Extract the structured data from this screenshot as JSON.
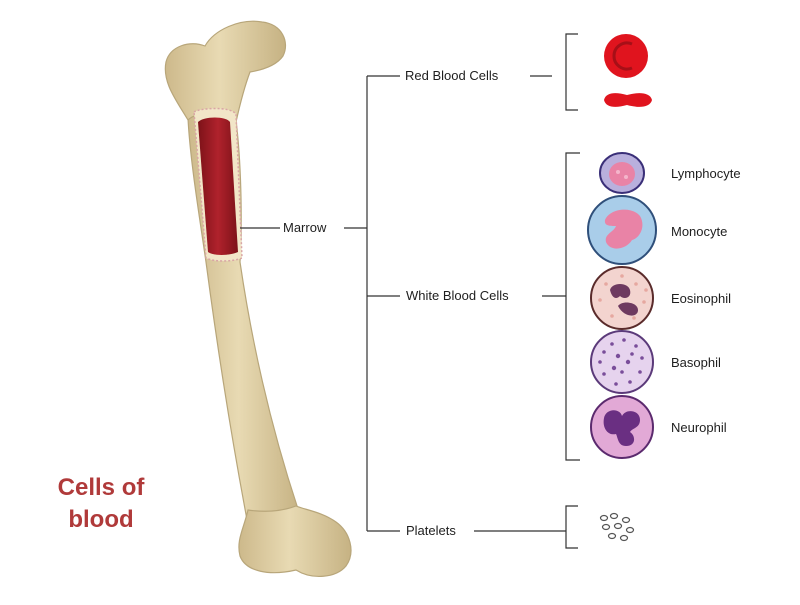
{
  "title": {
    "line1": "Cells of",
    "line2": "blood"
  },
  "labels": {
    "marrow": "Marrow",
    "red_blood_cells": "Red Blood Cells",
    "white_blood_cells": "White Blood Cells",
    "platelets": "Platelets"
  },
  "white_cells": [
    {
      "name": "Lymphocyte"
    },
    {
      "name": "Monocyte"
    },
    {
      "name": "Eosinophil"
    },
    {
      "name": "Basophil"
    },
    {
      "name": "Neurophil"
    }
  ],
  "colors": {
    "bone": "#e2d2a8",
    "bone_outline": "#b8a67a",
    "marrow": "#9e1b24",
    "red_cell": "#e0141e",
    "title": "#b03a3a",
    "lines": "#333333"
  }
}
